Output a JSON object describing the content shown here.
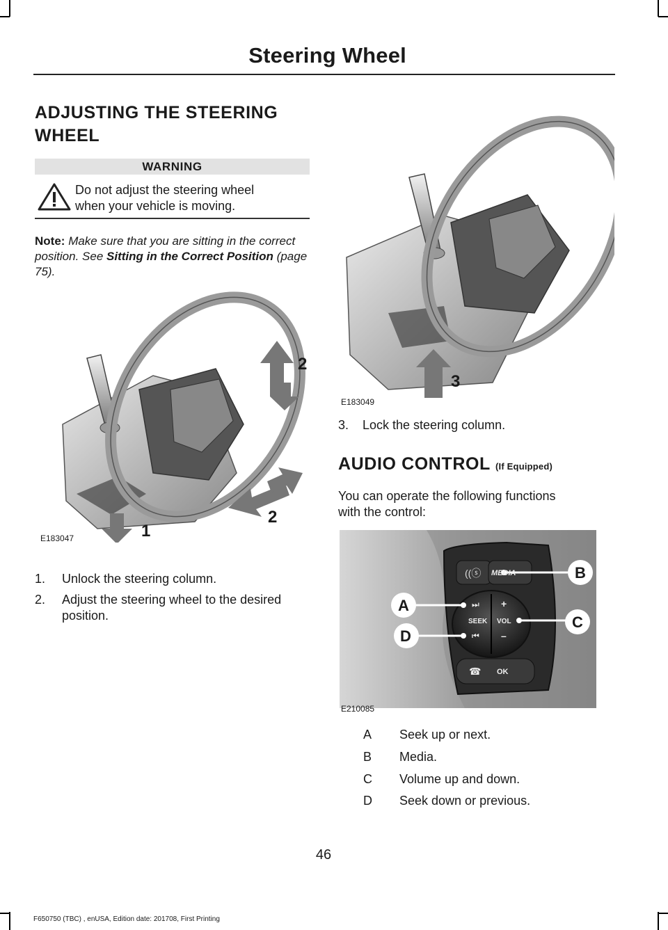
{
  "header": {
    "title": "Steering Wheel"
  },
  "section1": {
    "heading_line1": "ADJUSTING THE STEERING",
    "heading_line2": "WHEEL",
    "warning": {
      "label": "WARNING",
      "text_line1": "Do not adjust the steering wheel",
      "text_line2": "when your vehicle is moving."
    },
    "note": {
      "label": "Note:",
      "text": "Make sure that you are sitting in the correct position.  See",
      "link": "Sitting in the Correct Position",
      "page_ref": "(page 75)."
    },
    "figure1": {
      "id": "E183047",
      "callouts": [
        "2",
        "2",
        "1"
      ]
    },
    "steps": [
      {
        "num": "1.",
        "line1": "Unlock the steering column.",
        "line2": ""
      },
      {
        "num": "2.",
        "line1": "Adjust the steering wheel to the desired",
        "line2": "position."
      }
    ]
  },
  "section2": {
    "figure2": {
      "id": "E183049",
      "callouts": [
        "3"
      ]
    },
    "steps": [
      {
        "num": "3.",
        "line1": "Lock the steering column."
      }
    ]
  },
  "section3": {
    "heading": "AUDIO CONTROL",
    "heading_suffix": "(If Equipped)",
    "intro_line1": "You can operate the following functions",
    "intro_line2": "with the control:",
    "figure3": {
      "id": "E210085",
      "button_labels": {
        "media": "MEDIA",
        "seek": "SEEK",
        "vol": "VOL",
        "ok": "OK",
        "plus": "+",
        "minus": "–"
      },
      "callouts": [
        "A",
        "B",
        "C",
        "D"
      ]
    },
    "legend": [
      {
        "key": "A",
        "value": "Seek up or next."
      },
      {
        "key": "B",
        "value": "Media."
      },
      {
        "key": "C",
        "value": "Volume up and down."
      },
      {
        "key": "D",
        "value": "Seek down or previous."
      }
    ]
  },
  "page_number": "46",
  "footer": "F650750 (TBC) , enUSA, Edition date: 201708, First Printing"
}
